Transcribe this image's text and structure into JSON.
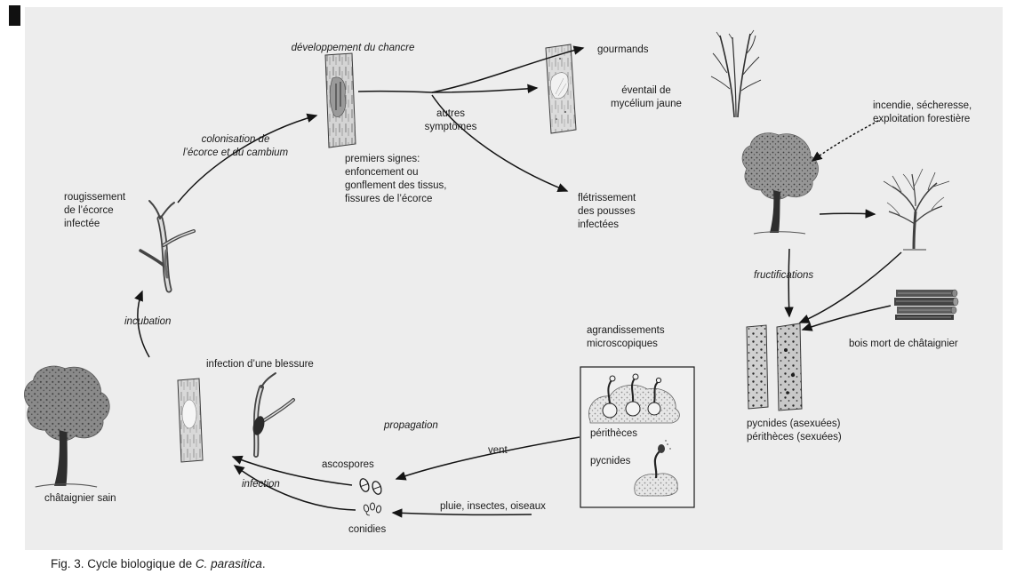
{
  "figure": {
    "caption_prefix": "Fig. 3. Cycle biologique de ",
    "caption_species": "C. parasitica",
    "caption_suffix": "."
  },
  "colors": {
    "panel_bg": "#ededed",
    "ink": "#1a1a1a"
  },
  "labels": {
    "developpement_chancre": "développement du chancre",
    "gourmands": "gourmands",
    "eventail": "éventail de\nmycélium jaune",
    "incendie": "incendie, sécheresse,\nexploitation forestière",
    "colonisation": "colonisation de\nl’écorce et du cambium",
    "autres_symptomes": "autres\nsymptômes",
    "premiers_signes": "premiers signes:\nenfoncement ou\ngonflement des tissus,\nfissures de l’écorce",
    "rougissement": "rougissement\nde l’écorce\ninfectée",
    "fletrissement": "flétrissement\ndes pousses\ninfectées",
    "fructifications": "fructifications",
    "bois_mort": "bois mort de châtaignier",
    "incubation": "incubation",
    "agrandissements": "agrandissements\nmicroscopiques",
    "infection_blessure": "infection d’une blessure",
    "propagation": "propagation",
    "peritheces": "périthèces",
    "pycnides": "pycnides",
    "vent": "vent",
    "ascospores": "ascospores",
    "pycnides_peritheces": "pycnides (asexuées)\npérithèces (sexuées)",
    "infection": "infection",
    "pluie": "pluie, insectes, oiseaux",
    "conidies": "conidies",
    "chataignier_sain": "châtaignier sain"
  }
}
